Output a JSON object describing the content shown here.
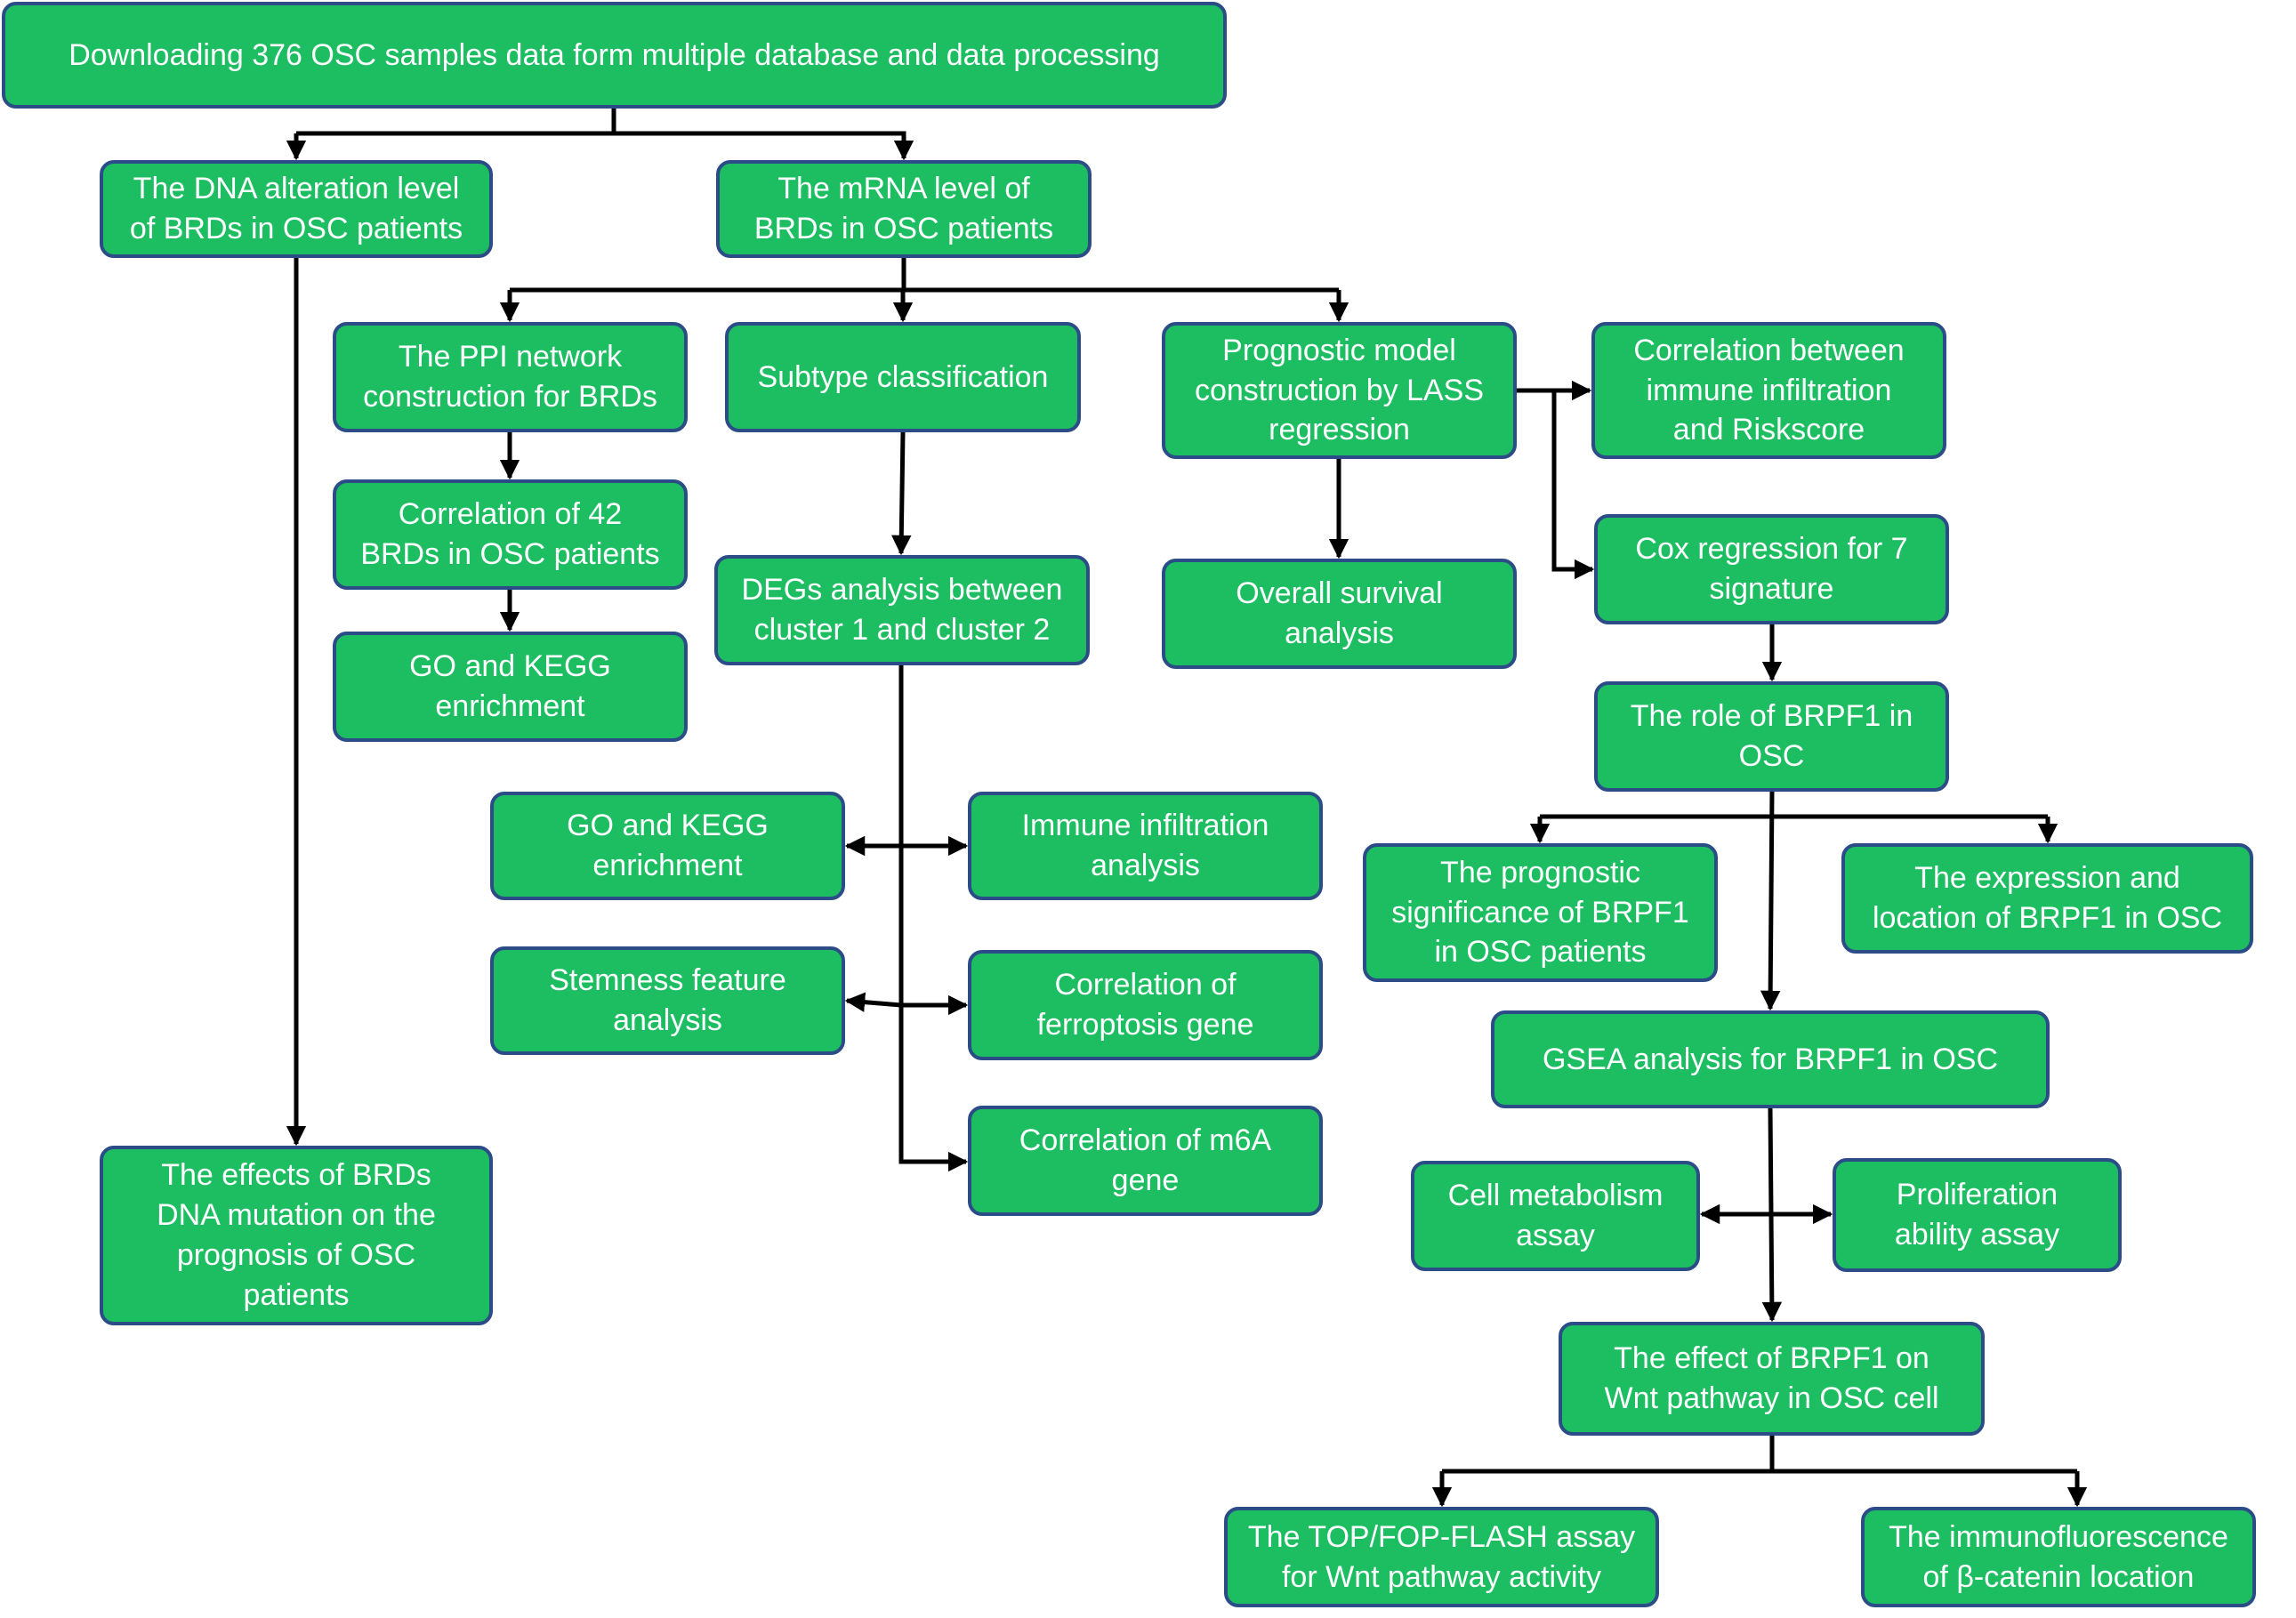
{
  "colors": {
    "box_fill": "#1dbd62",
    "box_border": "#2b4c86",
    "text": "#ffffff",
    "arrow": "#000000"
  },
  "nodes": {
    "root": "Downloading 376 OSC samples data form multiple database and data processing",
    "dna": "The DNA alteration level\nof BRDs in OSC patients",
    "mrna": "The mRNA level of\nBRDs in OSC patients",
    "ppi": "The PPI network\nconstruction for BRDs",
    "subtype": "Subtype classification",
    "prog": "Prognostic model\nconstruction by LASS\nregression",
    "immrisk": "Correlation between\nimmune infiltration\nand Riskscore",
    "corr42": "Correlation of 42\nBRDs in OSC patients",
    "degs": "DEGs analysis between\ncluster 1 and cluster 2",
    "os": "Overall survival\nanalysis",
    "cox": "Cox regression for 7\nsignature",
    "gokegg1": "GO and KEGG\nenrichment",
    "role": "The role of BRPF1 in\nOSC",
    "gokegg2": "GO and KEGG\nenrichment",
    "immune": "Immune infiltration\nanalysis",
    "progsig": "The prognostic\nsignificance of BRPF1\nin OSC patients",
    "expr": "The expression and\nlocation of BRPF1 in OSC",
    "stem": "Stemness feature\nanalysis",
    "ferro": "Correlation of\nferroptosis gene",
    "gsea": "GSEA analysis for BRPF1 in OSC",
    "m6a": "Correlation of m6A\ngene",
    "dnamut": "The effects of BRDs\nDNA mutation on the\nprognosis of OSC\npatients",
    "cellmeta": "Cell metabolism\nassay",
    "prolif": "Proliferation\nability assay",
    "wnt": "The effect of BRPF1 on\nWnt pathway in OSC cell",
    "topfop": "The TOP/FOP-FLASH assay\nfor Wnt pathway activity",
    "if": "The immunofluorescence\nof β-catenin location"
  }
}
